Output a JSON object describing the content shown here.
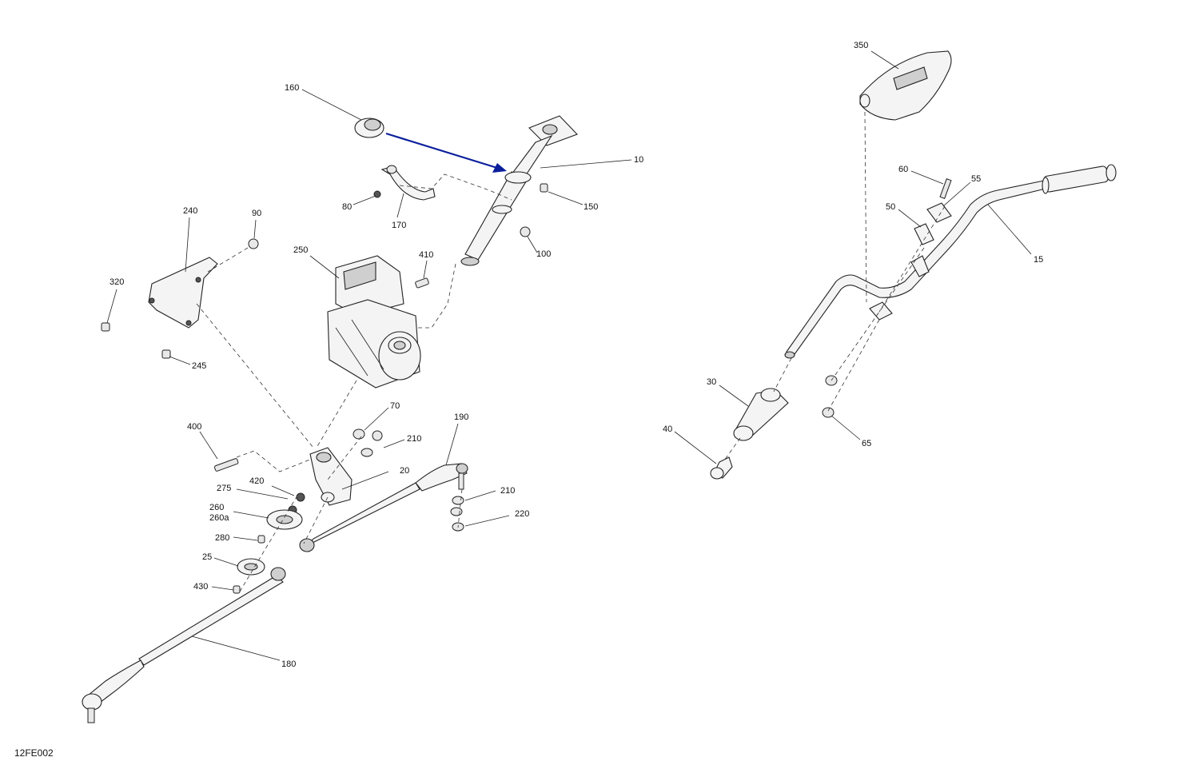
{
  "drawing": {
    "ref_code": "12FE002",
    "arrow_color": "#0b1f9c",
    "line_color": "#222222",
    "labels": {
      "l10": "10",
      "l15": "15",
      "l20": "20",
      "l25": "25",
      "l30": "30",
      "l40": "40",
      "l50": "50",
      "l55": "55",
      "l60": "60",
      "l65": "65",
      "l70": "70",
      "l80": "80",
      "l90": "90",
      "l100": "100",
      "l150": "150",
      "l160": "160",
      "l170": "170",
      "l180": "180",
      "l190": "190",
      "l210a": "210",
      "l210b": "210",
      "l220": "220",
      "l240": "240",
      "l245": "245",
      "l250": "250",
      "l260": "260",
      "l260a": "260a",
      "l275": "275",
      "l280": "280",
      "l320": "320",
      "l350": "350",
      "l400": "400",
      "l410": "410",
      "l420": "420",
      "l430": "430"
    }
  }
}
